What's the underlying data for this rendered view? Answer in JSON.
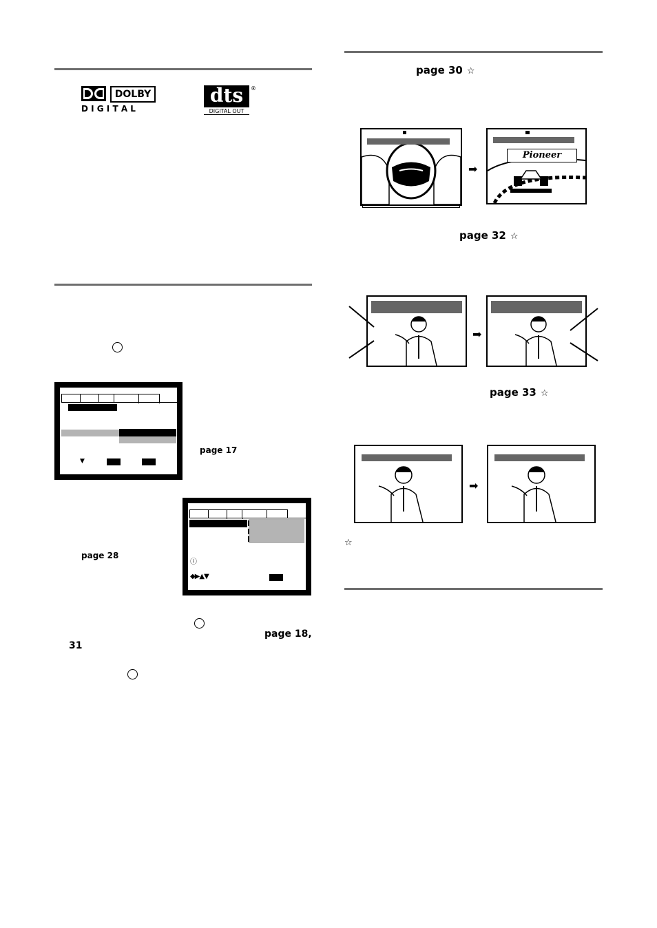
{
  "logos": {
    "dolby_word": "DOLBY",
    "dolby_digital": "D I G I T A L",
    "dts_word": "dts",
    "dts_sub": "DIGITAL OUT",
    "registered": "®"
  },
  "refs": {
    "page30": "page 30",
    "page32": "page 32",
    "page33": "page 33",
    "page17": "page 17",
    "page28": "page 28",
    "page18_a": "page 18,",
    "page18_b": "31",
    "star": "☆"
  },
  "illustrations": {
    "pioneer_logo": "Pioneer",
    "arrow": "➡",
    "info_icon": "ⓘ",
    "nav_glyphs": "◆▶▲▼",
    "down_glyph": "▼"
  }
}
